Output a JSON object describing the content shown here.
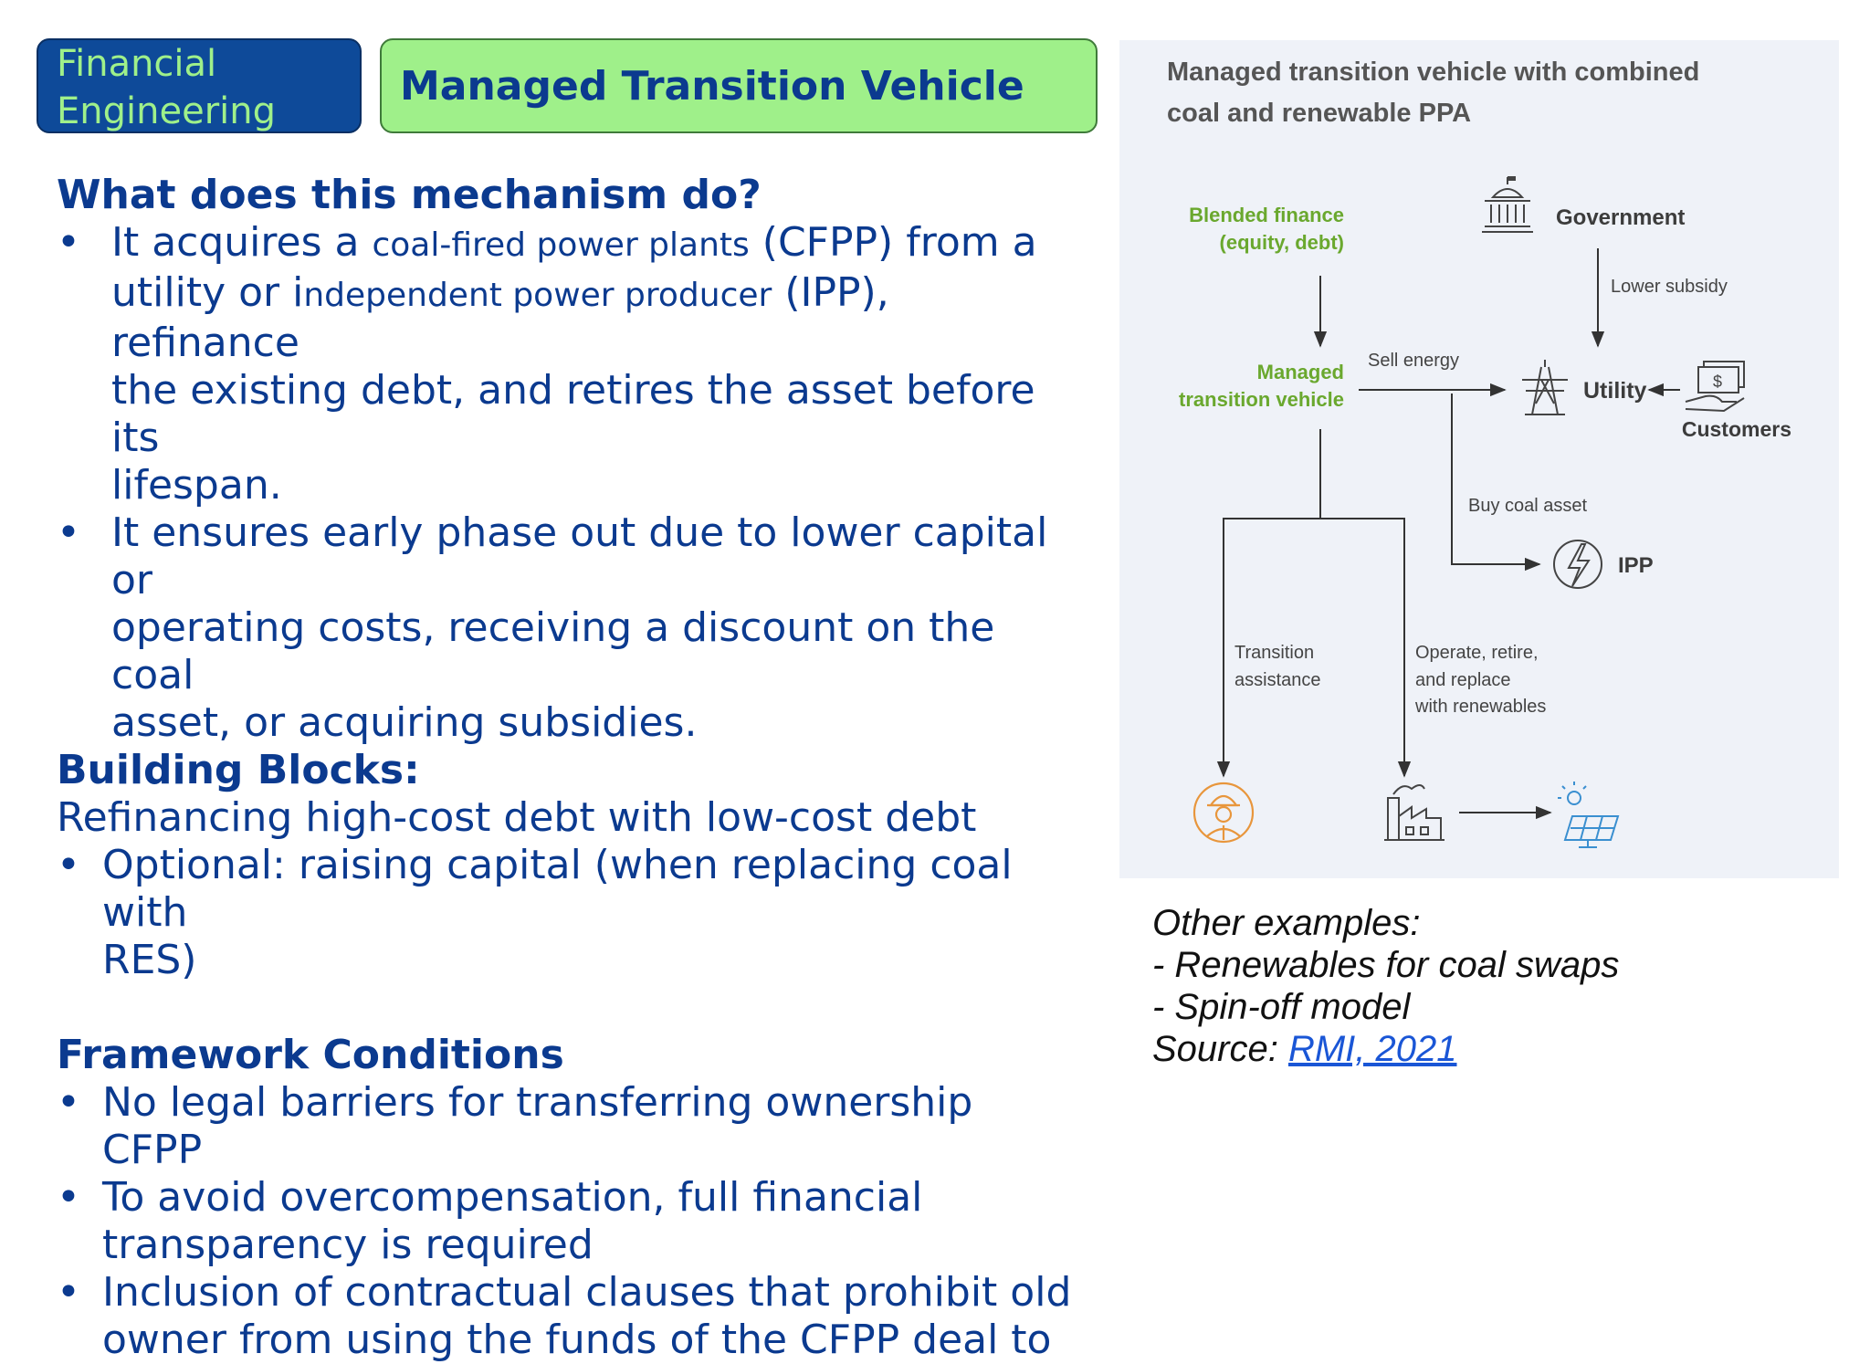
{
  "tags": {
    "financial_engineering": [
      "Financial",
      "Engineering"
    ],
    "managed_transition_vehicle": "Managed Transition Vehicle"
  },
  "content": {
    "q_heading": "What does this mechanism do?",
    "bullet1": {
      "p1": "It acquires a ",
      "s1": "coal-fired power plants",
      "p2": " (CFPP) from a",
      "p3": "utility or i",
      "s2": "ndependent power producer",
      "p4": " (IPP), refinance",
      "l3": "the existing debt, and retires the asset before its",
      "l4": "lifespan."
    },
    "bullet2": [
      "It ensures early phase out due to lower capital or",
      "operating costs, receiving a discount on the coal",
      "asset, or acquiring subsidies."
    ],
    "bb_heading": "Building Blocks:",
    "bb_line": "Refinancing high-cost debt with low-cost debt",
    "bb_bullet": [
      "Optional: raising capital (when replacing coal with",
      "RES)"
    ],
    "fc_heading": "Framework Conditions",
    "fc_bullets": [
      [
        "No legal barriers for transferring ownership CFPP"
      ],
      [
        "To avoid overcompensation, full financial",
        "transparency is required"
      ],
      [
        "Inclusion of contractual clauses that prohibit old",
        "owner from using the funds of the CFPP deal to"
      ]
    ],
    "bullet_char": "•"
  },
  "diagram": {
    "title": [
      "Managed transition vehicle with combined",
      "coal and renewable PPA"
    ],
    "blended": [
      "Blended finance",
      "(equity, debt)"
    ],
    "government": "Government",
    "lower_subsidy": "Lower subsidy",
    "managed": [
      "Managed",
      "transition vehicle"
    ],
    "sell_energy": "Sell energy",
    "utility": "Utility",
    "customers": "Customers",
    "buy_coal": "Buy coal asset",
    "ipp": "IPP",
    "transition": [
      "Transition",
      "assistance"
    ],
    "operate": [
      "Operate, retire,",
      "and replace",
      "with renewables"
    ],
    "icons": [
      "government-building-icon",
      "power-pylon-icon",
      "money-hand-icon",
      "lightning-icon",
      "worker-icon",
      "factory-icon",
      "solar-panel-icon"
    ],
    "colors": {
      "green": "#6aa82e",
      "dark": "#3c3c3c",
      "orange": "#e8963c",
      "blue": "#3a8fd0"
    }
  },
  "notes": {
    "l1": "Other examples:",
    "l2": "- Renewables for coal swaps",
    "l3": "- Spin-off model",
    "src_label": "Source: ",
    "src_link": "RMI, 2021"
  }
}
